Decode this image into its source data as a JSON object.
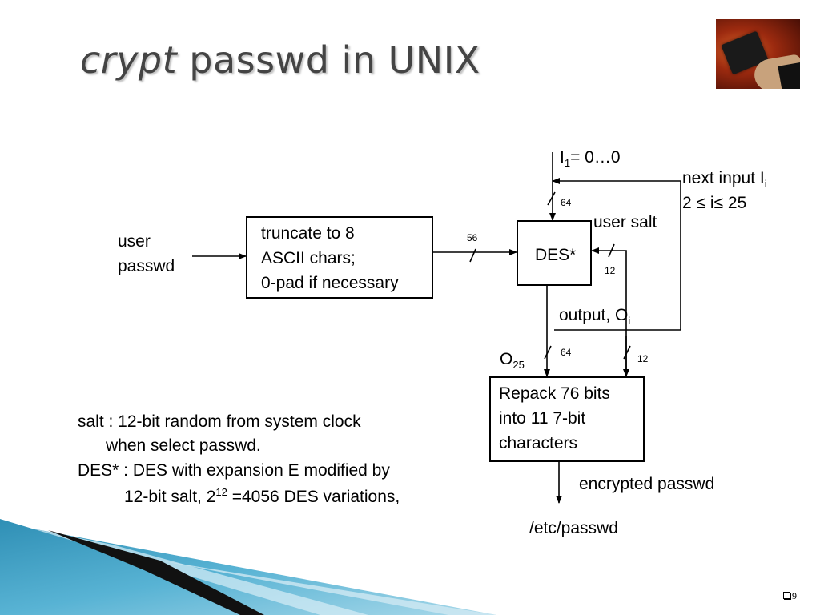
{
  "slide": {
    "title_italic": "crypt",
    "title_rest": " passwd in UNIX",
    "page_number": "9"
  },
  "diagram": {
    "input_label_line1": "user",
    "input_label_line2": "passwd",
    "truncate_box": [
      "truncate to 8",
      "ASCII chars;",
      "0-pad if necessary"
    ],
    "bits_56": "56",
    "des_label": "DES*",
    "i1_main": "I",
    "i1_sub": "1",
    "i1_rest": "= 0…0",
    "bits_64_top": "64",
    "user_salt": "user salt",
    "bits_12_salt": "12",
    "next_input_main": "next input I",
    "next_input_sub": "i",
    "range_text": "2 ≤ i≤ 25",
    "output_main": "output,  O",
    "output_sub": "i",
    "o25_main": "O",
    "o25_sub": "25",
    "bits_64_bottom": "64",
    "bits_12_bottom": "12",
    "repack_box": [
      "Repack 76 bits",
      "into 11 7-bit",
      "characters"
    ],
    "encrypted_passwd": "encrypted passwd",
    "etc_passwd": "/etc/passwd"
  },
  "notes": {
    "line1": "salt : 12-bit random from system clock",
    "line2": "when select passwd.",
    "line3": "DES* : DES with expansion E modified by",
    "line4_a": "12-bit salt, 2",
    "line4_sup": "12",
    "line4_b": " =4056 DES variations,"
  }
}
